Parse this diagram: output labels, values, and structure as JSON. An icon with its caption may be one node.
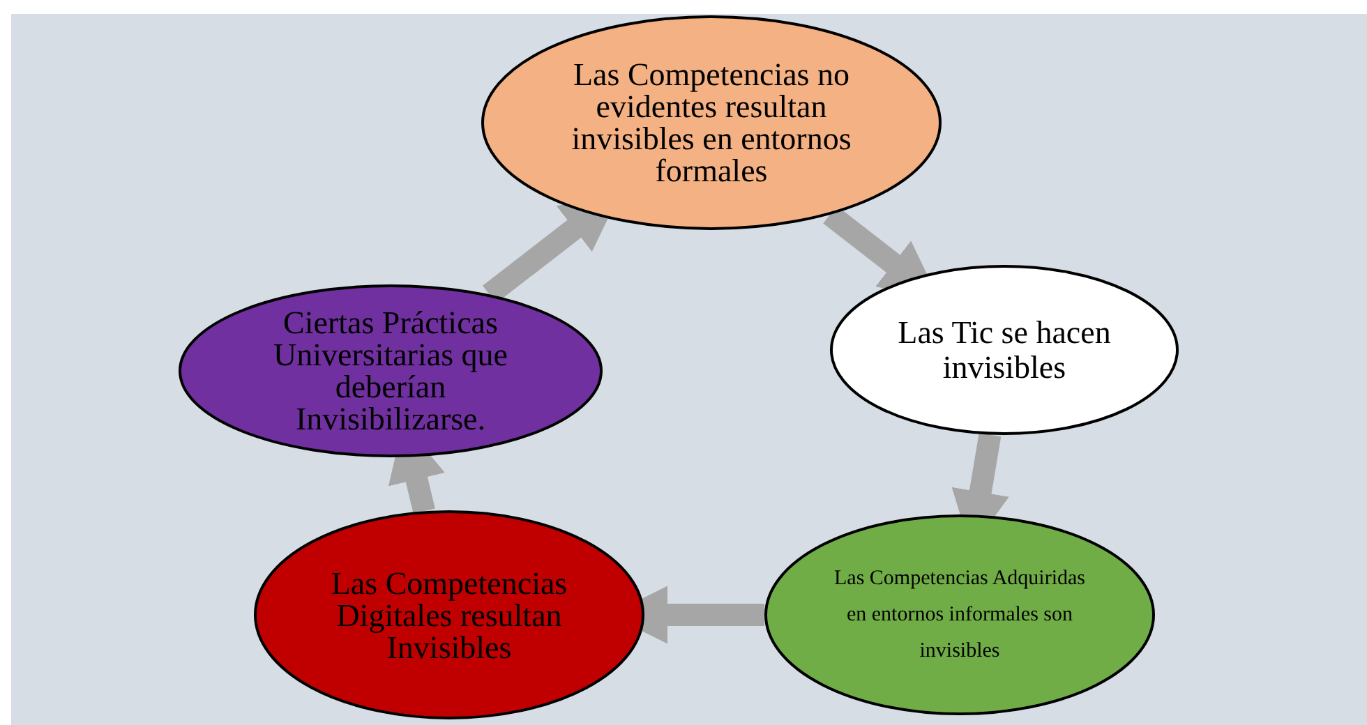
{
  "diagram": {
    "nodes": [
      {
        "text": [
          "Las Competencias no evidentes resultan invisibles en entornos formales"
        ]
      },
      {
        "text": [
          "Las Tic se hacen invisibles"
        ]
      },
      {
        "text": [
          "Las Competencias Adquiridas en entornos informales son invisibles"
        ]
      },
      {
        "text": [
          "Las Competencias Digitales resultan Invisibles"
        ]
      },
      {
        "text": [
          "Ciertas Prácticas Universitarias que deberían Invisibilizarse."
        ]
      }
    ],
    "edges": [
      {
        "from": 0,
        "to": 1,
        "arrow": "to"
      },
      {
        "from": 1,
        "to": 2,
        "arrow": "to"
      },
      {
        "from": 2,
        "to": 3,
        "arrow": "to"
      },
      {
        "from": 3,
        "to": 4,
        "arrow": "to"
      },
      {
        "from": 4,
        "to": 0,
        "arrow": "to"
      }
    ]
  }
}
